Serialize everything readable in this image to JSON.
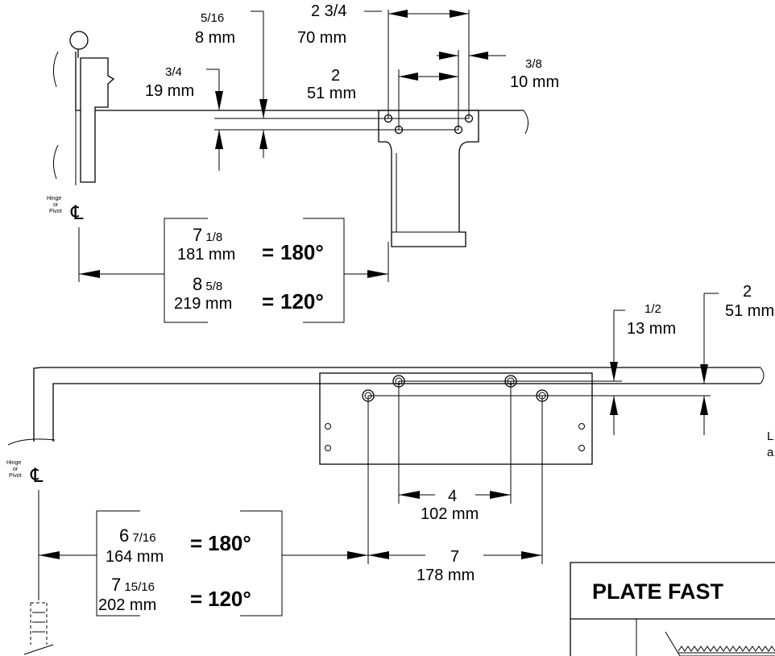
{
  "top_diagram": {
    "dim_5_16": {
      "frac": "5/16",
      "metric": "8 mm"
    },
    "dim_2_3_4": {
      "frac": "2 3/4",
      "metric": "70 mm"
    },
    "dim_3_8": {
      "frac": "3/8",
      "metric": "10 mm"
    },
    "dim_2": {
      "frac": "2",
      "metric": "51 mm"
    },
    "dim_3_4": {
      "frac": "3/4",
      "metric": "19 mm"
    },
    "hinge_label": {
      "line1": "Hinge",
      "line2": "or",
      "line3": "Pivot"
    },
    "centerline_symbol": "℄",
    "dist_180": {
      "frac": "7 1/8",
      "metric": "181 mm",
      "eq": "=",
      "angle": "180°"
    },
    "dist_120": {
      "frac": "8 5/8",
      "metric": "219 mm",
      "eq": "=",
      "angle": "120°"
    }
  },
  "bottom_diagram": {
    "dim_1_2": {
      "frac": "1/2",
      "metric": "13 mm"
    },
    "dim_2": {
      "frac": "2",
      "metric": "51 mm"
    },
    "hinge_label": {
      "line1": "Hinge",
      "line2": "or",
      "line3": "Pivot"
    },
    "centerline_symbol": "℄",
    "dim_4": {
      "frac": "4",
      "metric": "102 mm"
    },
    "dim_7": {
      "frac": "7",
      "metric": "178 mm"
    },
    "dist_180": {
      "frac": "6 7/16",
      "metric": "164 mm",
      "eq": "=",
      "angle": "180°"
    },
    "dist_120": {
      "frac": "7 15/16",
      "metric": "202 mm",
      "eq": "=",
      "angle": "120°"
    },
    "edge_text": {
      "line1": "L",
      "line2": "a"
    }
  },
  "plate_fasteners": {
    "title": "PLATE FAST"
  }
}
